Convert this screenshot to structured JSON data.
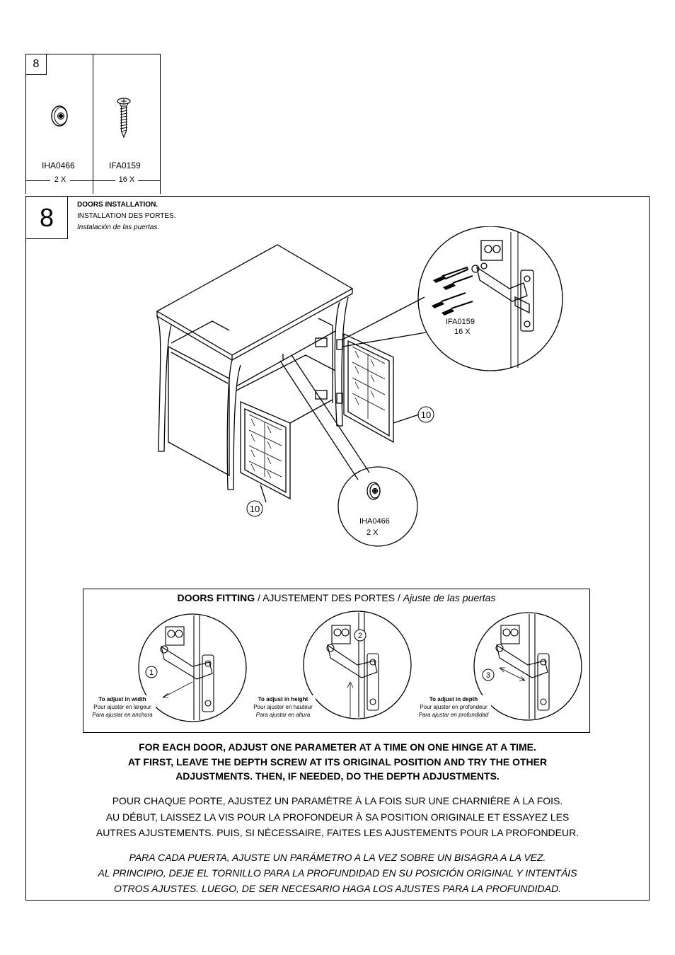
{
  "parts_box": {
    "step_number": "8",
    "parts": [
      {
        "code": "IHA0466",
        "qty": "2 X",
        "icon": "cam-lock-icon"
      },
      {
        "code": "IFA0159",
        "qty": "16 X",
        "icon": "screw-icon"
      }
    ]
  },
  "step": {
    "number": "8",
    "title_en": "DOORS INSTALLATION.",
    "title_fr": "INSTALLATION DES PORTES.",
    "title_es": "Instalación de las puertas."
  },
  "diagram": {
    "callout_screw_code": "IFA0159",
    "callout_screw_qty": "16 X",
    "callout_cam_code": "IHA0466",
    "callout_cam_qty": "2 X",
    "door_label_right": "10",
    "door_label_left": "10"
  },
  "fitting": {
    "title_bold": "DOORS FITTING",
    "title_fr": " / AJUSTEMENT DES PORTES / ",
    "title_es": "Ajuste de las puertas",
    "adjustments": [
      {
        "badge": "1",
        "en": "To adjust in width",
        "fr": "Pour ajuster en largeur",
        "es": "Para ajustar en anchura"
      },
      {
        "badge": "2",
        "en": "To adjust in height",
        "fr": "Pour ajuster en hauteur",
        "es": "Para ajustar en altura"
      },
      {
        "badge": "3",
        "en": "To adjust in depth",
        "fr": "Pour ajuster en profondeur",
        "es": "Para ajustar en profundidad"
      }
    ]
  },
  "instructions": {
    "en": [
      "FOR EACH DOOR, ADJUST ONE PARAMETER AT A TIME ON ONE HINGE AT A TIME.",
      "AT FIRST, LEAVE THE DEPTH SCREW AT ITS ORIGINAL POSITION AND TRY THE OTHER",
      "ADJUSTMENTS. THEN, IF NEEDED, DO THE DEPTH ADJUSTMENTS."
    ],
    "fr": [
      "POUR CHAQUE PORTE, AJUSTEZ UN PARAMÈTRE À LA FOIS SUR UNE CHARNIÈRE À LA FOIS.",
      "AU DÉBUT, LAISSEZ LA VIS POUR LA PROFONDEUR À SA POSITION ORIGINALE ET ESSAYEZ LES",
      "AUTRES AJUSTEMENTS. PUIS, SI NÉCESSAIRE, FAITES LES AJUSTEMENTS POUR LA PROFONDEUR."
    ],
    "es": [
      "PARA CADA PUERTA, AJUSTE UN PARÁMETRO A LA VEZ SOBRE UN BISAGRA A LA VEZ.",
      "AL PRINCIPIO, DEJE EL TORNILLO PARA LA PROFUNDIDAD EN SU POSICIÓN ORIGINAL Y INTENTÁIS",
      "OTROS AJUSTES. LUEGO, DE SER NECESARIO HAGA LOS AJUSTES PARA LA PROFUNDIDAD."
    ]
  }
}
